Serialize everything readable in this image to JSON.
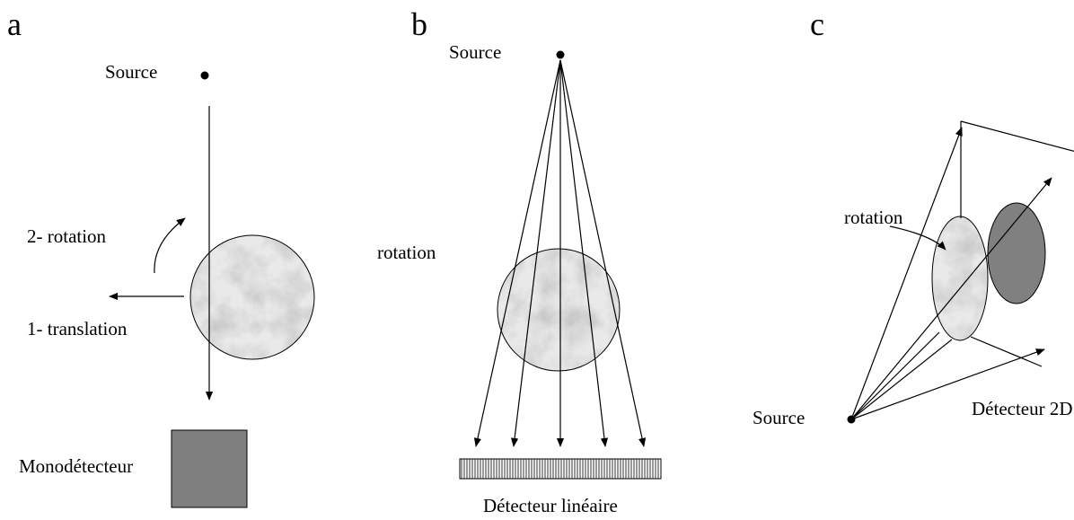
{
  "panels": {
    "a": {
      "letter": "a",
      "source": "Source",
      "rotation": "2- rotation",
      "translation": "1- translation",
      "detector": "Monodétecteur"
    },
    "b": {
      "letter": "b",
      "source": "Source",
      "rotation": "rotation",
      "detector": "Détecteur linéaire"
    },
    "c": {
      "letter": "c",
      "source": "Source",
      "rotation": "rotation",
      "detector": "Détecteur 2D"
    }
  },
  "colors": {
    "stroke": "#000000",
    "detector_fill": "#7f7f7f",
    "sample_fill": "#e6e6e6",
    "shadow_fill": "#808080"
  }
}
